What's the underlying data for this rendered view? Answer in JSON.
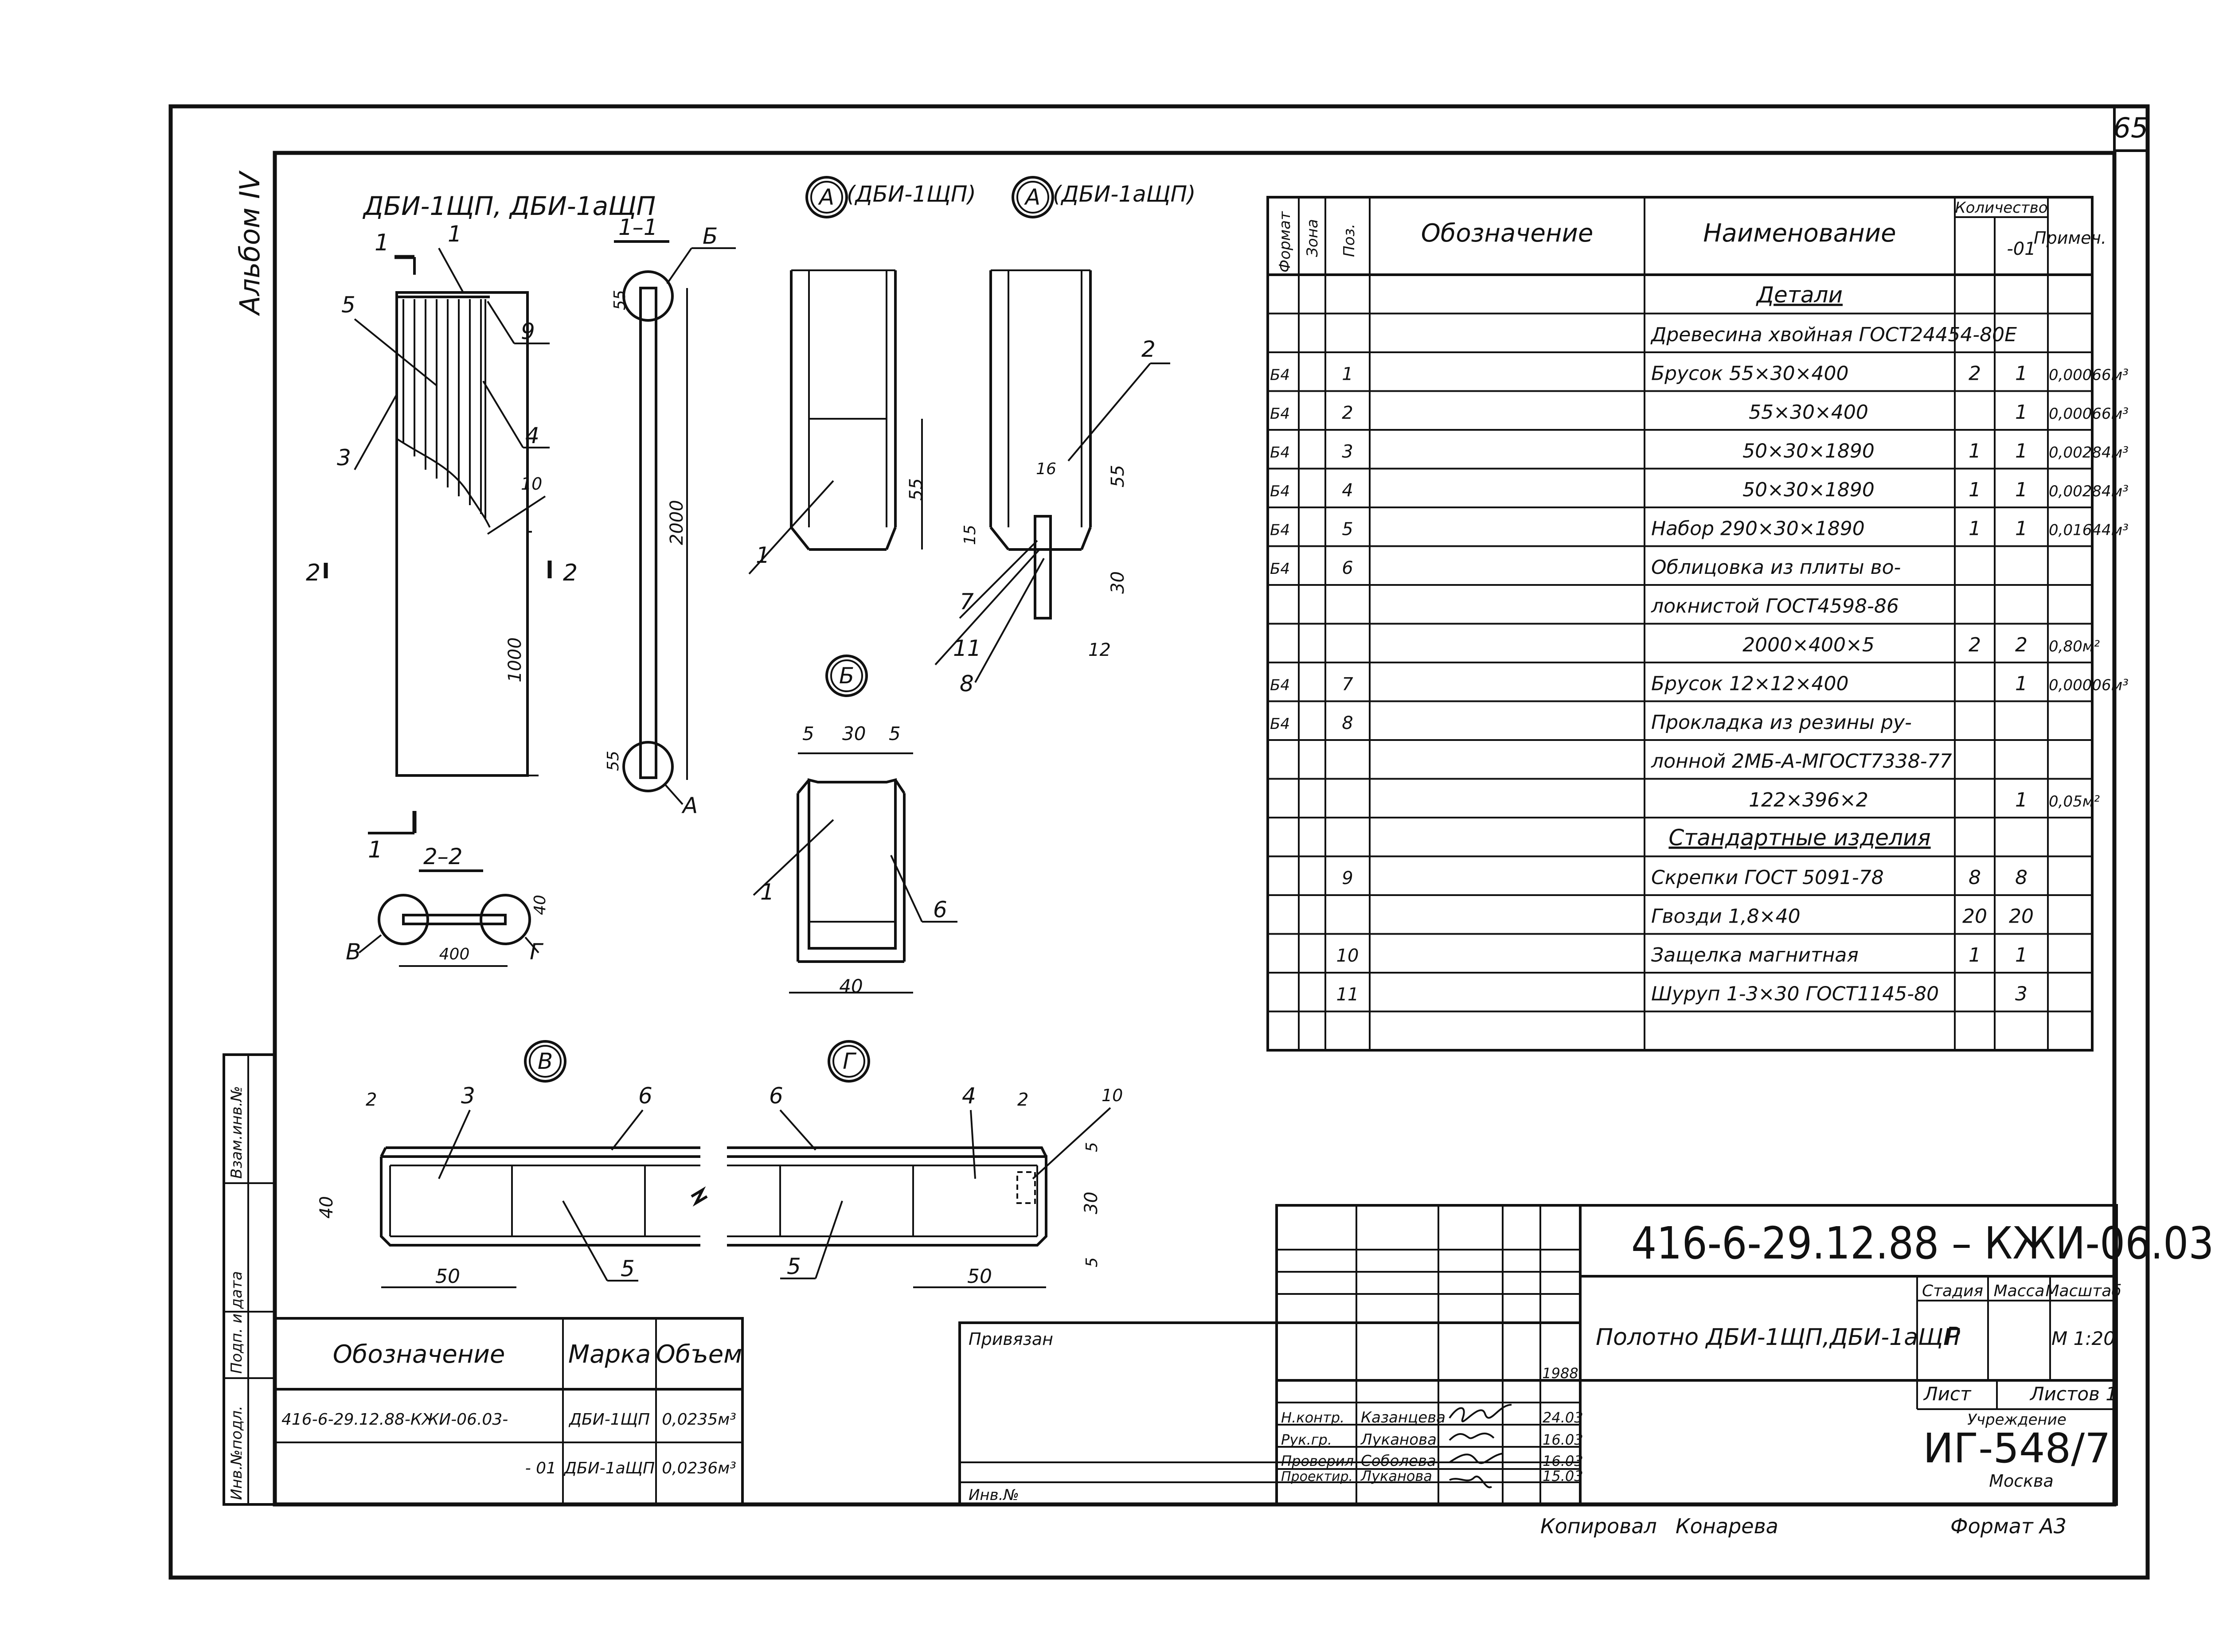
{
  "sheet_number": "65",
  "album_label": "Альбом IV",
  "title_block": {
    "doc_code": "416-6-29.12.88 – КЖИ-06.03",
    "name": "Полотно ДБИ-1ЩП,ДБИ-1аЩП",
    "stage_header": "Стадия",
    "mass_header": "Масса",
    "scale_header": "Масштаб",
    "stage": "Р",
    "scale": "М 1:20",
    "sheet_label": "Лист",
    "sheets_label": "Листов 1",
    "organization_label": "Учреждение",
    "organization": "ИГ-548/7",
    "city": "Москва",
    "year": "1988",
    "bound_label": "Привязан",
    "inv_label": "Инв.№",
    "signatures": [
      {
        "role": "Н.контр.",
        "name": "Казанцева",
        "date": "24.03"
      },
      {
        "role": "Рук.гр.",
        "name": "Луканова",
        "date": "16.03"
      },
      {
        "role": "Проверил",
        "name": "Соболева",
        "date": "16.03"
      },
      {
        "role": "Проектир.",
        "name": "Луканова",
        "date": "15.03"
      }
    ],
    "copied": "Копировал",
    "copier": "Конарева",
    "format": "Формат А3"
  },
  "side_stamp": [
    "Инв.№подл.",
    "Подп. и дата",
    "Взам.инв.№"
  ],
  "marks_table": {
    "headers": {
      "designation": "Обозначение",
      "mark": "Марка",
      "volume": "Объем"
    },
    "rows": [
      {
        "designation": "416-6-29.12.88-КЖИ-06.03-",
        "mark": "ДБИ-1ЩП",
        "volume": "0,0235м³"
      },
      {
        "designation": "- 01",
        "mark": "ДБИ-1аЩП",
        "volume": "0,0236м³"
      }
    ]
  },
  "spec_table": {
    "headers": {
      "format": "Формат",
      "zone": "Зона",
      "pos": "Поз.",
      "designation": "Обозначение",
      "name": "Наименование",
      "qty": "Количество",
      "qty_01": "-01",
      "note": "Примеч."
    },
    "rows": [
      {
        "format": "",
        "pos": "",
        "name": "Детали",
        "q1": "",
        "q2": "",
        "note": "",
        "heading": true
      },
      {
        "format": "",
        "pos": "",
        "name": "Древесина хвойная ГОСТ24454-80Е",
        "q1": "",
        "q2": "",
        "note": ""
      },
      {
        "format": "Б4",
        "pos": "1",
        "name": "Брусок  55×30×400",
        "q1": "2",
        "q2": "1",
        "note": "0,00066м³"
      },
      {
        "format": "Б4",
        "pos": "2",
        "name": "55×30×400",
        "q1": "",
        "q2": "1",
        "note": "0,00066м³"
      },
      {
        "format": "Б4",
        "pos": "3",
        "name": "50×30×1890",
        "q1": "1",
        "q2": "1",
        "note": "0,00284м³"
      },
      {
        "format": "Б4",
        "pos": "4",
        "name": "50×30×1890",
        "q1": "1",
        "q2": "1",
        "note": "0,00284м³"
      },
      {
        "format": "Б4",
        "pos": "5",
        "name": "Набор 290×30×1890",
        "q1": "1",
        "q2": "1",
        "note": "0,01644м³"
      },
      {
        "format": "Б4",
        "pos": "6",
        "name": "Облицовка из плиты во-",
        "q1": "",
        "q2": "",
        "note": ""
      },
      {
        "format": "",
        "pos": "",
        "name": "локнистой  ГОСТ4598-86",
        "q1": "",
        "q2": "",
        "note": ""
      },
      {
        "format": "",
        "pos": "",
        "name": "2000×400×5",
        "q1": "2",
        "q2": "2",
        "note": "0,80м²"
      },
      {
        "format": "Б4",
        "pos": "7",
        "name": "Брусок 12×12×400",
        "q1": "",
        "q2": "1",
        "note": "0,00006м³"
      },
      {
        "format": "Б4",
        "pos": "8",
        "name": "Прокладка из резины ру-",
        "q1": "",
        "q2": "",
        "note": ""
      },
      {
        "format": "",
        "pos": "",
        "name": "лонной 2МБ-А-МГОСТ7338-77",
        "q1": "",
        "q2": "",
        "note": ""
      },
      {
        "format": "",
        "pos": "",
        "name": "122×396×2",
        "q1": "",
        "q2": "1",
        "note": "0,05м²"
      },
      {
        "format": "",
        "pos": "",
        "name": "Стандартные изделия",
        "q1": "",
        "q2": "",
        "note": "",
        "heading": true
      },
      {
        "format": "",
        "pos": "9",
        "name": "Скрепки  ГОСТ 5091-78",
        "q1": "8",
        "q2": "8",
        "note": ""
      },
      {
        "format": "",
        "pos": "",
        "name": "Гвозди  1,8×40",
        "q1": "20",
        "q2": "20",
        "note": ""
      },
      {
        "format": "",
        "pos": "10",
        "name": "Защелка магнитная",
        "q1": "1",
        "q2": "1",
        "note": ""
      },
      {
        "format": "",
        "pos": "11",
        "name": "Шуруп 1-3×30 ГОСТ1145-80",
        "q1": "",
        "q2": "3",
        "note": ""
      },
      {
        "format": "",
        "pos": "",
        "name": "",
        "q1": "",
        "q2": "",
        "note": ""
      }
    ]
  },
  "drawing": {
    "main_title": "ДБИ-1ЩП, ДБИ-1аЩП",
    "section_11": "1–1",
    "section_22": "2–2",
    "view_a1": "(ДБИ-1ЩП)",
    "view_a2": "(ДБИ-1аЩП)",
    "callouts": {
      "A": "А",
      "B": "Б",
      "V": "В",
      "G": "Г"
    },
    "dims": {
      "d2000": "2000",
      "d1000": "1000",
      "d55": "55",
      "d400": "400",
      "d40": "40",
      "d30": "30",
      "d5": "5",
      "d15": "15",
      "d16": "16",
      "d12": "12",
      "d50": "50",
      "d2": "2"
    },
    "cut_marks": {
      "one": "1",
      "two": "2"
    },
    "positions": {
      "p1": "1",
      "p2": "2",
      "p3": "3",
      "p4": "4",
      "p5": "5",
      "p6": "6",
      "p7": "7",
      "p8": "8",
      "p9": "9",
      "p10": "10",
      "p11": "11"
    }
  }
}
